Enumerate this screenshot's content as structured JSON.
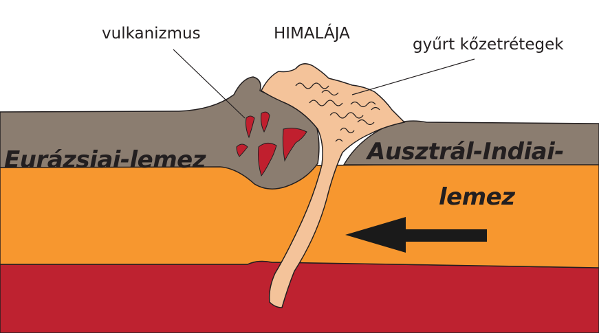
{
  "labels": {
    "volcanism": "vulkanizmus",
    "mountain": "HIMALÁJA",
    "folded_strata": "gyűrt kőzetrétegek",
    "eurasian_plate": "Eurázsiai-lemez",
    "indo_australian_plate_line1": "Ausztrál-Indiai-",
    "indo_australian_plate_line2": "lemez"
  },
  "colors": {
    "background": "#ffffff",
    "crust": "#8b7d70",
    "mantle_upper": "#f7972f",
    "mantle_lower": "#be2230",
    "subducting_slab": "#f4c39a",
    "magma": "#c01f2e",
    "outline": "#231f20",
    "arrow": "#1a1a1a"
  },
  "arrow_direction": "left"
}
